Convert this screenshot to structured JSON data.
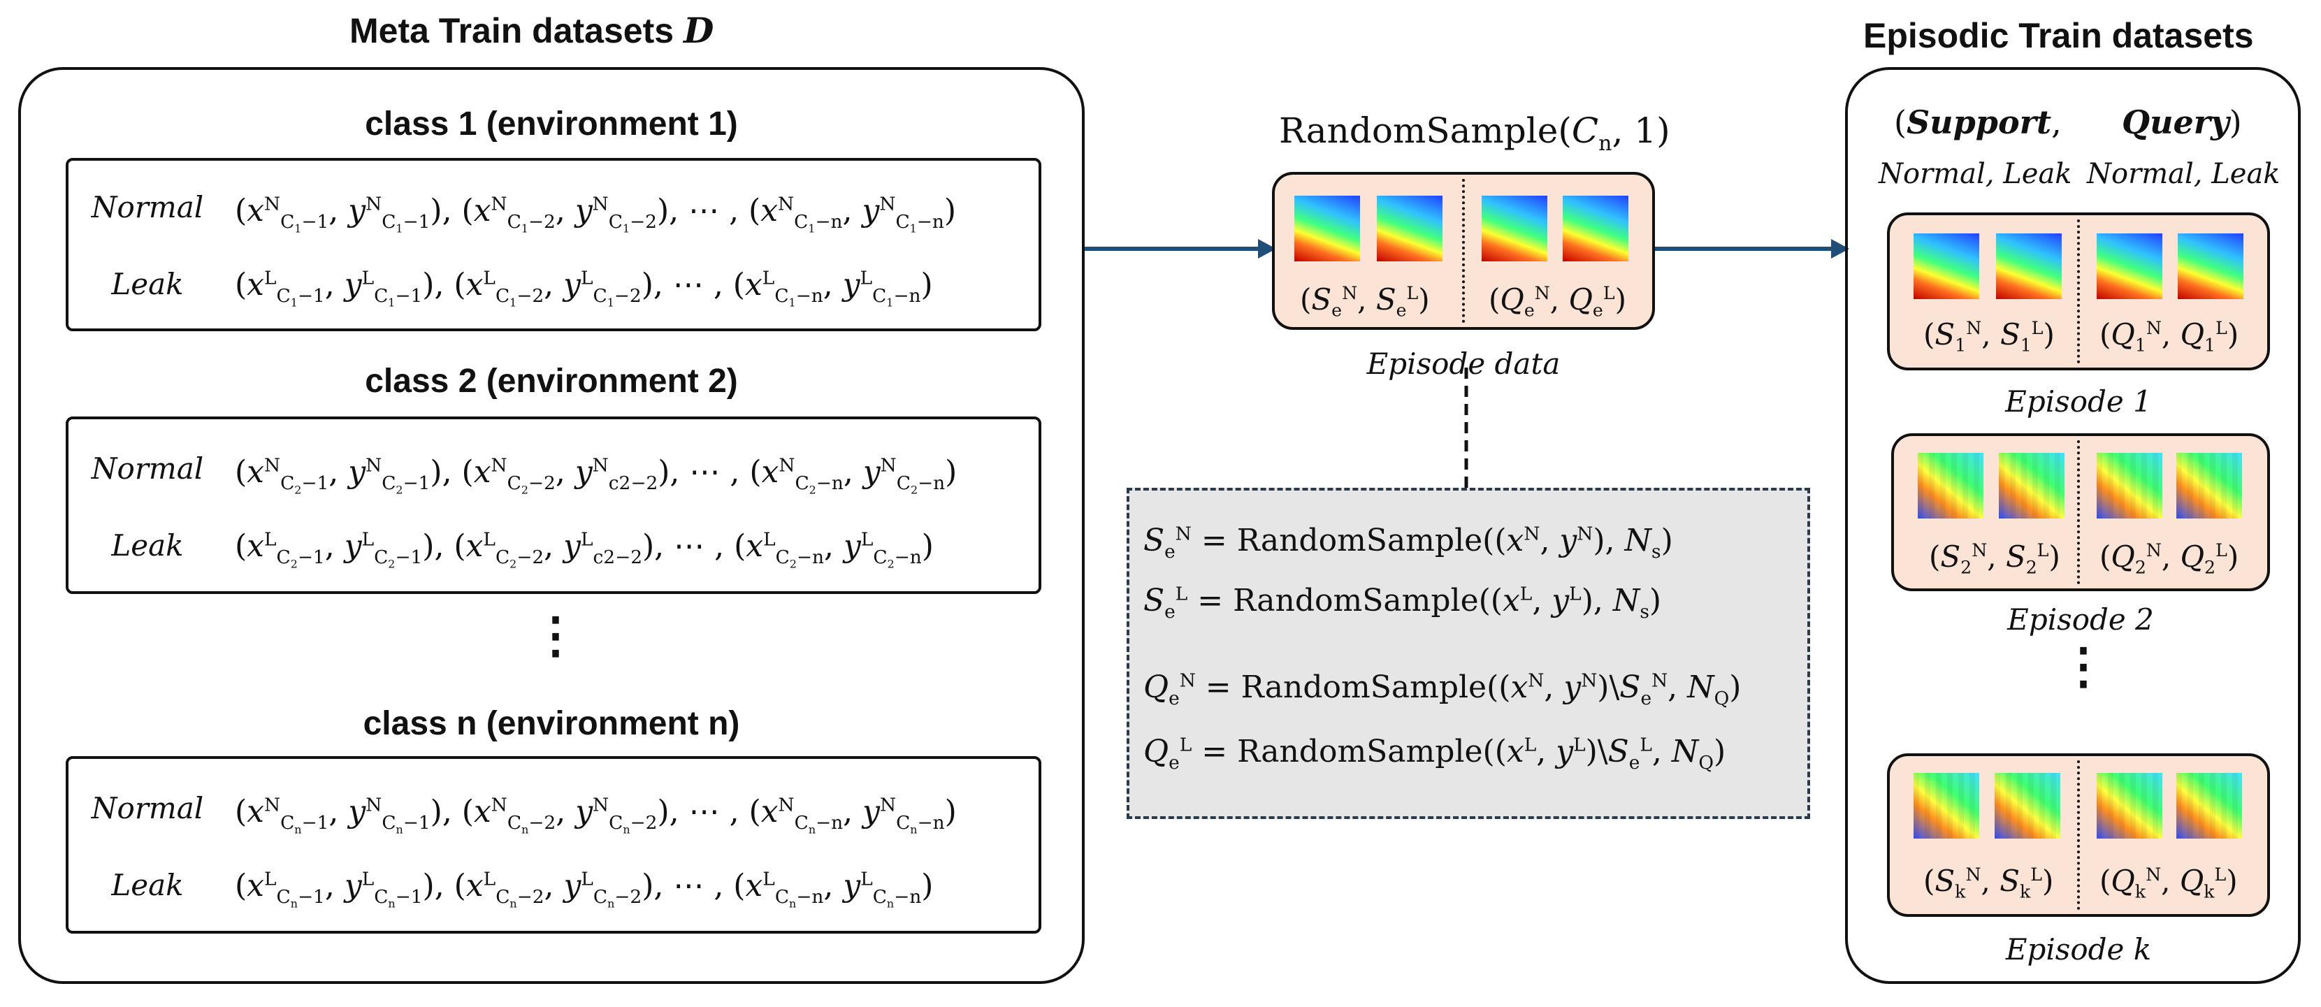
{
  "left": {
    "title": "Meta Train datasets ",
    "title_var": "D",
    "classes": [
      {
        "title": "class 1 (environment 1)",
        "normal_label": "Normal",
        "leak_label": "Leak",
        "normal_seq": "(x^N_{C1−1}, y^N_{C1−1}), (x^N_{C1−2}, y^N_{C1−2}), ⋯ , (x^N_{C1−n}, y^N_{C1−n})",
        "leak_seq": "(x^L_{C1−1}, y^L_{C1−1}), (x^L_{C1−2}, y^L_{C1−2}), ⋯ , (x^L_{C1−n}, y^L_{C1−n})"
      },
      {
        "title": "class 2 (environment 2)",
        "normal_label": "Normal",
        "leak_label": "Leak",
        "normal_seq": "(x^N_{C2−1}, y^N_{C2−1}), (x^N_{C2−2}, y^N_{c2−2}), ⋯ , (x^N_{C2−n}, y^N_{C2−n})",
        "leak_seq": "(x^L_{C2−1}, y^L_{C2−1}), (x^L_{C2−2}, y^L_{c2−2}), ⋯ , (x^L_{C2−n}, y^L_{C2−n})"
      },
      {
        "title": "class n (environment n)",
        "normal_label": "Normal",
        "leak_label": "Leak",
        "normal_seq": "(x^N_{Cn−1}, y^N_{Cn−1}), (x^N_{Cn−2}, y^N_{Cn−2}), ⋯ , (x^N_{Cn−n}, y^N_{Cn−n})",
        "leak_seq": "(x^L_{Cn−1}, y^L_{Cn−1}), (x^L_{Cn−2}, y^L_{Cn−2}), ⋯ , (x^L_{Cn−n}, y^L_{Cn−n})"
      }
    ],
    "ellipsis": "⋮"
  },
  "middle": {
    "sample_label": "RandomSample(C_n, 1)",
    "episode_pair_support": "(S_e^N, S_e^L)",
    "episode_pair_query": "(Q_e^N, Q_e^L)",
    "episode_label": "Episode data",
    "formulas": [
      "S_e^N = RandomSample((x^N, y^N), N_s)",
      "S_e^L = RandomSample((x^L, y^L), N_s)",
      "Q_e^N = RandomSample((x^N, y^N)\\S_e^N, N_Q)",
      "Q_e^L = RandomSample((x^L, y^L)\\S_e^L, N_Q)"
    ]
  },
  "right": {
    "title": "Episodic Train datasets",
    "header_support": "Support",
    "header_query": "Query",
    "header_sub_left": "Normal, Leak",
    "header_sub_right": "Normal, Leak",
    "episodes": [
      {
        "support": "(S_1^N, S_1^L)",
        "query": "(Q_1^N, Q_1^L)",
        "label": "Episode 1"
      },
      {
        "support": "(S_2^N, S_2^L)",
        "query": "(Q_2^N, Q_2^L)",
        "label": "Episode 2"
      },
      {
        "support": "(S_k^N, S_k^L)",
        "query": "(Q_k^N, Q_k^L)",
        "label": "Episode k"
      }
    ],
    "ellipsis": "⋮"
  },
  "colors": {
    "arrow": "#1f4e79",
    "episode_fill": "#fbe4d6",
    "formula_fill": "#e6e6e6"
  }
}
